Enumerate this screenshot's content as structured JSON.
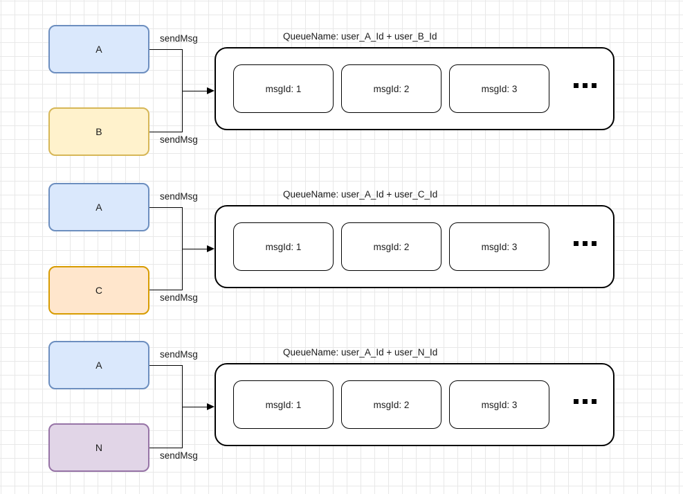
{
  "diagram": {
    "edge_label": "sendMsg",
    "ellipsis_icon": "ellipsis-icon",
    "rows": [
      {
        "queue_title": "QueueName: user_A_Id + user_B_Id",
        "senders": [
          {
            "label": "A",
            "fill": "#dae8fc",
            "stroke": "#6c8ebf"
          },
          {
            "label": "B",
            "fill": "#fff2cc",
            "stroke": "#d6b656"
          }
        ],
        "messages": [
          {
            "label": "msgId: 1"
          },
          {
            "label": "msgId: 2"
          },
          {
            "label": "msgId: 3"
          }
        ]
      },
      {
        "queue_title": "QueueName: user_A_Id + user_C_Id",
        "senders": [
          {
            "label": "A",
            "fill": "#dae8fc",
            "stroke": "#6c8ebf"
          },
          {
            "label": "C",
            "fill": "#ffe6cc",
            "stroke": "#d79b00"
          }
        ],
        "messages": [
          {
            "label": "msgId: 1"
          },
          {
            "label": "msgId: 2"
          },
          {
            "label": "msgId: 3"
          }
        ]
      },
      {
        "queue_title": "QueueName: user_A_Id + user_N_Id",
        "senders": [
          {
            "label": "A",
            "fill": "#dae8fc",
            "stroke": "#6c8ebf"
          },
          {
            "label": "N",
            "fill": "#e1d5e7",
            "stroke": "#9673a6"
          }
        ],
        "messages": [
          {
            "label": "msgId: 1"
          },
          {
            "label": "msgId: 2"
          },
          {
            "label": "msgId: 3"
          }
        ]
      }
    ]
  }
}
